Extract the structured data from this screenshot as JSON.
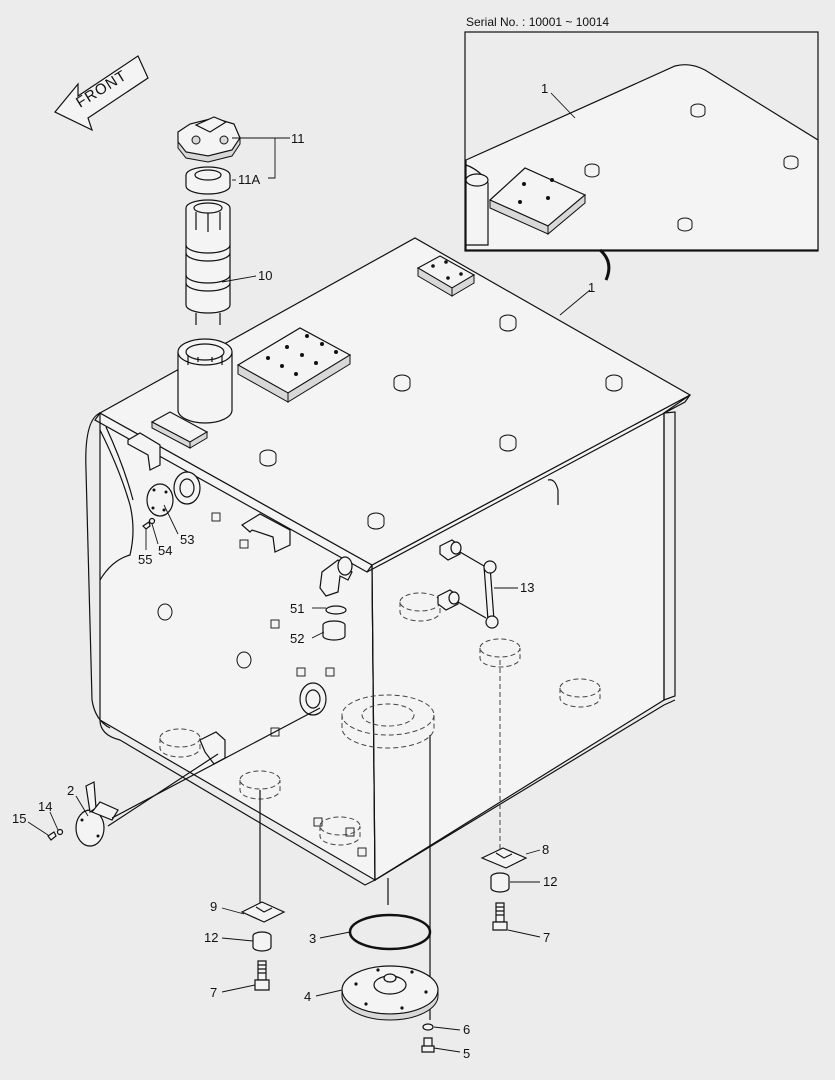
{
  "serial_note": "Serial No. : 10001 ~ 10014",
  "front_label": "FRONT",
  "callouts": [
    {
      "id": "c1_inset",
      "text": "1"
    },
    {
      "id": "c1_main",
      "text": "1"
    },
    {
      "id": "c11",
      "text": "11"
    },
    {
      "id": "c11a",
      "text": "11A"
    },
    {
      "id": "c10",
      "text": "10"
    },
    {
      "id": "c13",
      "text": "13"
    },
    {
      "id": "c51",
      "text": "51"
    },
    {
      "id": "c52",
      "text": "52"
    },
    {
      "id": "c53",
      "text": "53"
    },
    {
      "id": "c54",
      "text": "54"
    },
    {
      "id": "c55",
      "text": "55"
    },
    {
      "id": "c2",
      "text": "2"
    },
    {
      "id": "c14",
      "text": "14"
    },
    {
      "id": "c15",
      "text": "15"
    },
    {
      "id": "c8",
      "text": "8"
    },
    {
      "id": "c12r",
      "text": "12"
    },
    {
      "id": "c7r",
      "text": "7"
    },
    {
      "id": "c9",
      "text": "9"
    },
    {
      "id": "c12l",
      "text": "12"
    },
    {
      "id": "c7l",
      "text": "7"
    },
    {
      "id": "c3",
      "text": "3"
    },
    {
      "id": "c4",
      "text": "4"
    },
    {
      "id": "c6",
      "text": "6"
    },
    {
      "id": "c5",
      "text": "5"
    }
  ],
  "colors": {
    "background": "#ececec",
    "line": "#111111",
    "part_fill": "#f4f4f4"
  }
}
